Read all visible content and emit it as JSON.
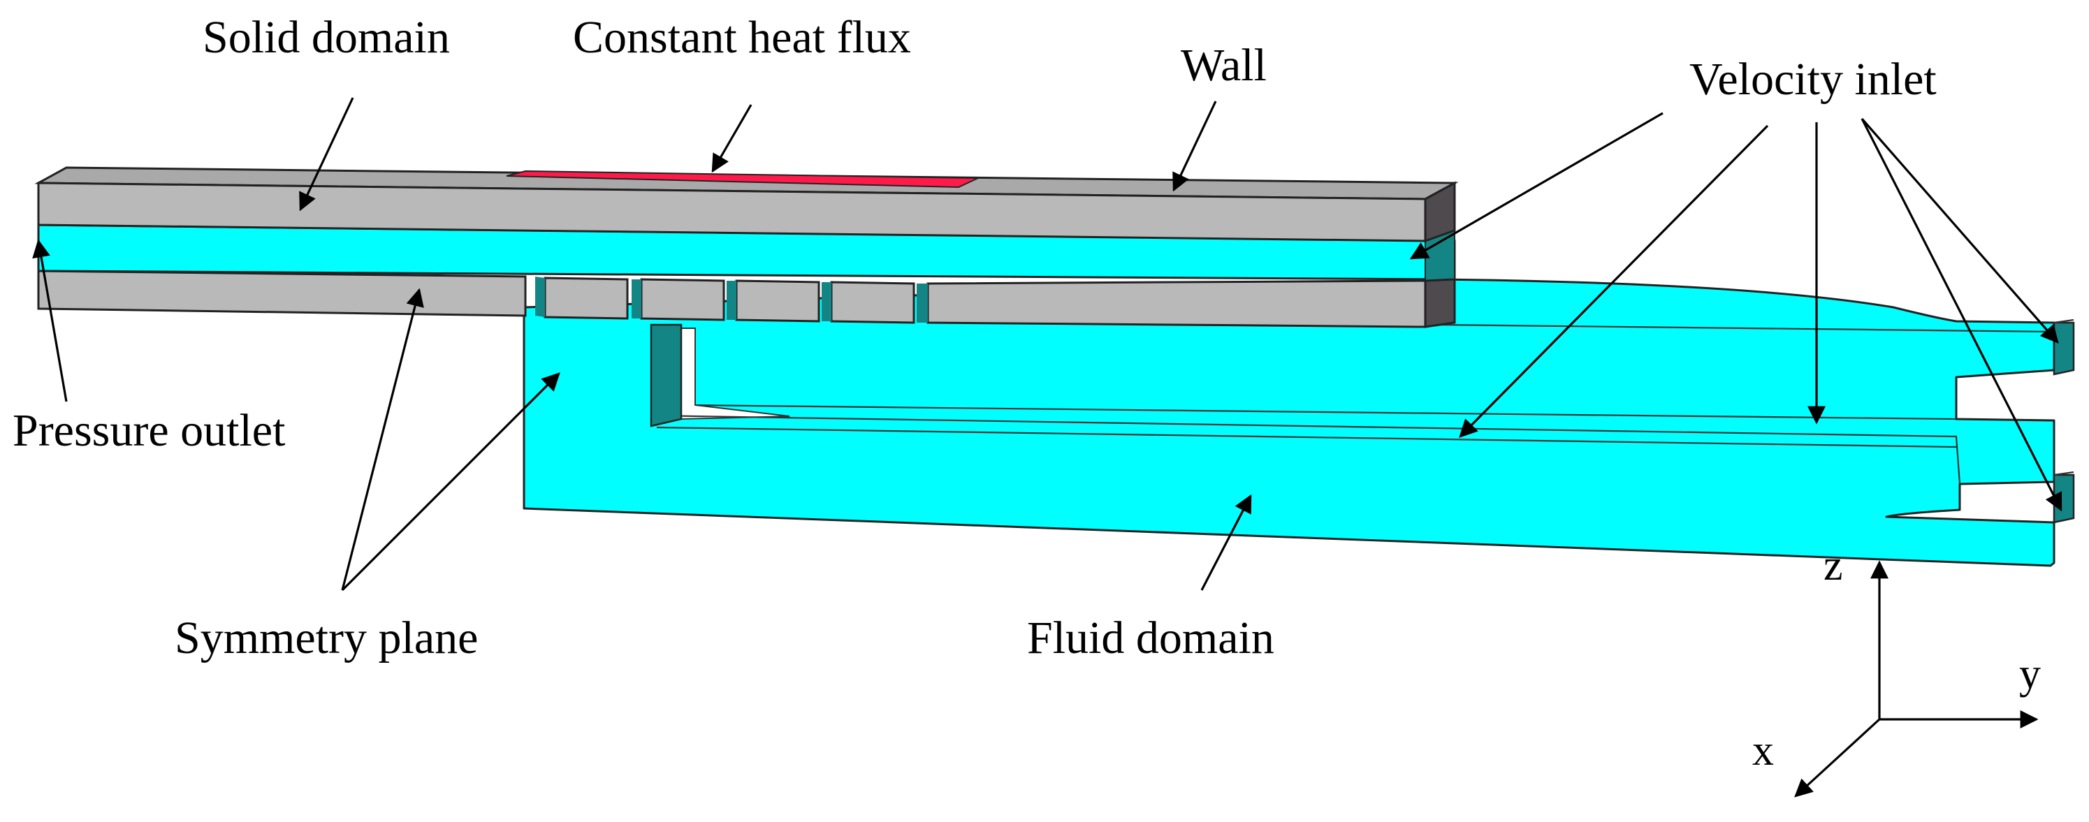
{
  "labels": {
    "solid_domain": "Solid domain",
    "constant_heat_flux": "Constant heat flux",
    "wall": "Wall",
    "velocity_inlet": "Velocity inlet",
    "pressure_outlet": "Pressure outlet",
    "symmetry_plane": "Symmetry plane",
    "fluid_domain": "Fluid domain"
  },
  "axes": {
    "z": "z",
    "y": "y",
    "x": "x"
  },
  "colors": {
    "solid": "#b9b9b9",
    "solid_top": "#a9a9a9",
    "solid_end": "#4e4a4e",
    "fluid": "#00ffff",
    "fluid_dark": "#138a8a",
    "heat_flux": "#ff1a4a"
  }
}
